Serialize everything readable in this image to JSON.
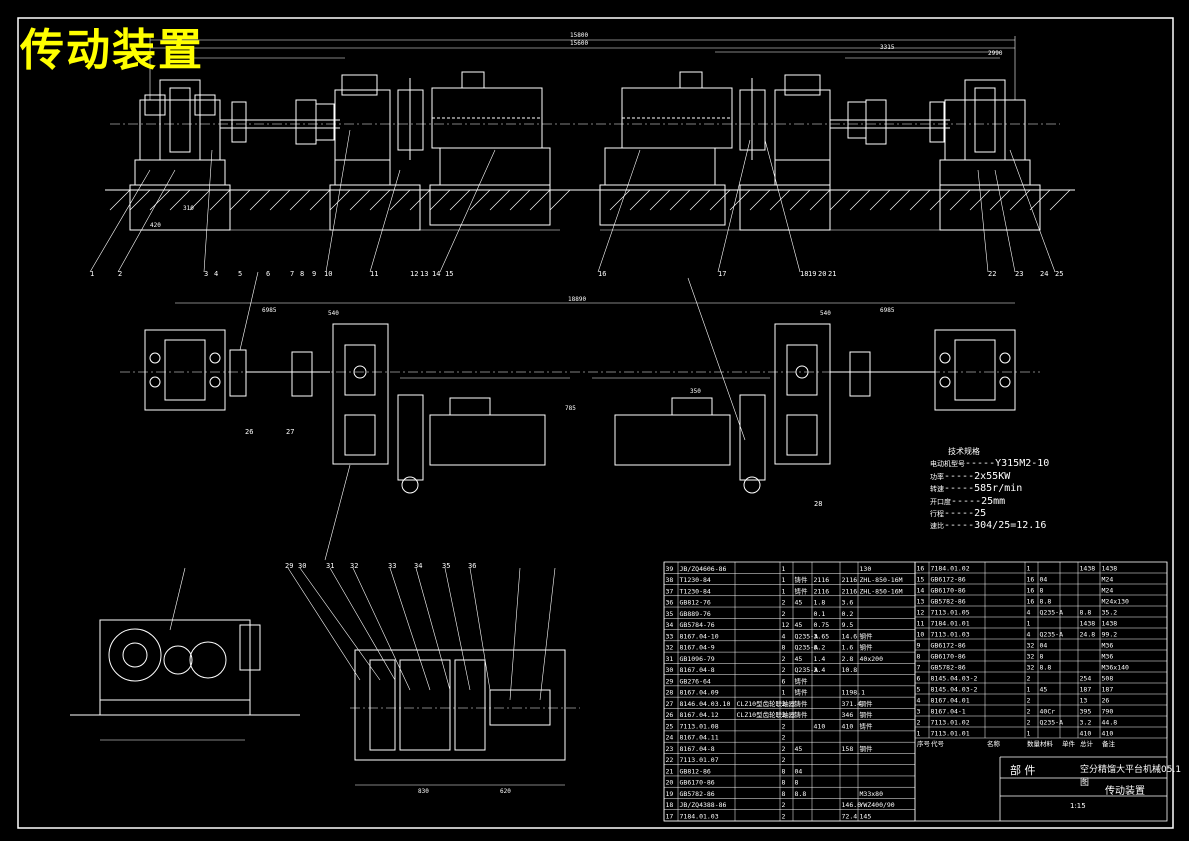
{
  "title": "传动装置",
  "dimensions": {
    "overall_1": "15800",
    "overall_2": "15600",
    "d_3315": "3315",
    "d_2990": "2990",
    "plan_overall": "18890",
    "d_6985_left": "6985",
    "d_6985_right": "6985",
    "d_540_left": "540",
    "d_540_right": "540",
    "d_785": "785",
    "d_350": "350",
    "d_830": "830",
    "d_620": "620",
    "d_420": "420",
    "d_310": "310"
  },
  "part_callouts_top": [
    "1",
    "2",
    "3",
    "4",
    "5",
    "6",
    "7",
    "8",
    "9",
    "10",
    "11",
    "12",
    "13",
    "14",
    "15",
    "16",
    "17",
    "18",
    "19",
    "20",
    "21",
    "22",
    "23",
    "24",
    "25"
  ],
  "part_callouts_plan": [
    "26",
    "27",
    "28"
  ],
  "part_callouts_detail": [
    "29",
    "30",
    "31",
    "32",
    "33",
    "34",
    "35",
    "36"
  ],
  "specs": {
    "heading": "技术规格",
    "rows": [
      {
        "label": "电动机型号",
        "value": "Y315M2-10"
      },
      {
        "label": "功率",
        "value": "2x55KW"
      },
      {
        "label": "转速",
        "value": "585r/min"
      },
      {
        "label": "开口度",
        "value": "25mm"
      },
      {
        "label": "行程",
        "value": "25"
      },
      {
        "label": "速比",
        "value": "304/25=12.16"
      }
    ]
  },
  "bom_left": [
    [
      "39",
      "JB/ZQ4606-86",
      "",
      "1",
      "",
      "",
      "",
      "130"
    ],
    [
      "38",
      "T1230-84",
      "",
      "1",
      "铸件",
      "2116",
      "2116",
      "ZHL-850-16M"
    ],
    [
      "37",
      "T1230-84",
      "",
      "1",
      "铸件",
      "2116",
      "2116",
      "ZHL-850-16M"
    ],
    [
      "36",
      "GB812-76",
      "",
      "2",
      "45",
      "1.8",
      "3.6",
      ""
    ],
    [
      "35",
      "GB889-76",
      "",
      "2",
      "",
      "0.1",
      "0.2",
      ""
    ],
    [
      "34",
      "GB5784-76",
      "",
      "12",
      "45",
      "0.75",
      "9.5",
      ""
    ],
    [
      "33",
      "8167.04-10",
      "",
      "4",
      "Q235-A",
      "3.65",
      "14.6",
      "钢件"
    ],
    [
      "32",
      "8167.04-9",
      "",
      "8",
      "Q235-A",
      "0.2",
      "1.6",
      "钢件"
    ],
    [
      "31",
      "GB1096-79",
      "",
      "2",
      "45",
      "1.4",
      "2.8",
      "40x200"
    ],
    [
      "30",
      "8167.04-8",
      "",
      "2",
      "Q235-A",
      "3.4",
      "10.8",
      ""
    ],
    [
      "29",
      "GB276-64",
      "",
      "6",
      "铸件",
      "",
      "",
      ""
    ],
    [
      "28",
      "8167.04.09",
      "",
      "1",
      "铸件",
      "",
      "1198.1",
      ""
    ],
    [
      "27",
      "8146.04.03.10",
      "CLZ10型齿轮联轴器",
      "2",
      "铸件",
      "",
      "371.4",
      "钢件"
    ],
    [
      "26",
      "8167.04.12",
      "CLZ10型齿轮联轴器",
      "2",
      "铸件",
      "",
      "346",
      "钢件"
    ],
    [
      "25",
      "7113.01.08",
      "",
      "2",
      "",
      "410",
      "410",
      "铸件"
    ],
    [
      "24",
      "8167.04.11",
      "",
      "2",
      "",
      "",
      "",
      ""
    ],
    [
      "23",
      "8167.04-8",
      "",
      "2",
      "45",
      "",
      "158",
      "钢件"
    ],
    [
      "22",
      "7113.01.07",
      "",
      "2",
      "",
      "",
      "",
      ""
    ],
    [
      "21",
      "GB812-86",
      "",
      "8",
      "04",
      "",
      "",
      ""
    ],
    [
      "20",
      "GB6170-86",
      "",
      "8",
      "8",
      "",
      "",
      ""
    ],
    [
      "19",
      "GB5782-86",
      "",
      "8",
      "8.8",
      "",
      "",
      "M33x80"
    ],
    [
      "18",
      "JB/ZQ4388-86",
      "",
      "2",
      "",
      "",
      "146.6",
      "YWZ400/90"
    ],
    [
      "17",
      "7184.01.03",
      "",
      "2",
      "",
      "",
      "72.4",
      "145"
    ]
  ],
  "bom_right": [
    [
      "16",
      "7184.01.02",
      "",
      "1",
      "",
      "",
      "1438",
      "1438"
    ],
    [
      "15",
      "GB6172-86",
      "",
      "16",
      "04",
      "",
      "",
      "M24"
    ],
    [
      "14",
      "GB6170-86",
      "",
      "16",
      "8",
      "",
      "",
      "M24"
    ],
    [
      "13",
      "GB5782-86",
      "",
      "16",
      "8.8",
      "",
      "",
      "M24x130"
    ],
    [
      "12",
      "7113.01.05",
      "",
      "4",
      "Q235-A",
      "",
      "8.8",
      "35.2"
    ],
    [
      "11",
      "7184.01.01",
      "",
      "1",
      "",
      "",
      "1438",
      "1438"
    ],
    [
      "10",
      "7113.01.03",
      "",
      "4",
      "Q235-A",
      "",
      "24.8",
      "99.2"
    ],
    [
      "9",
      "GB6172-86",
      "",
      "32",
      "04",
      "",
      "",
      "M36"
    ],
    [
      "8",
      "GB6170-86",
      "",
      "32",
      "8",
      "",
      "",
      "M36"
    ],
    [
      "7",
      "GB5782-86",
      "",
      "32",
      "8.8",
      "",
      "",
      "M36x140"
    ],
    [
      "6",
      "8145.04.03-2",
      "",
      "2",
      "",
      "",
      "254",
      "508"
    ],
    [
      "5",
      "8145.04.03-2",
      "",
      "1",
      "45",
      "",
      "187",
      "187"
    ],
    [
      "4",
      "8167.04.01",
      "",
      "2",
      "",
      "",
      "13",
      "26"
    ],
    [
      "3",
      "8167.04-1",
      "",
      "2",
      "40Cr",
      "",
      "395",
      "790"
    ],
    [
      "2",
      "7113.01.02",
      "",
      "2",
      "Q235-A",
      "",
      "3.2",
      "44.8"
    ],
    [
      "1",
      "7113.01.01",
      "",
      "1",
      "",
      "",
      "410",
      "410"
    ]
  ],
  "bom_header": [
    "序号",
    "代号",
    "名称",
    "数量",
    "材料",
    "单件",
    "总计",
    "备注"
  ],
  "title_block": {
    "assembly": "部 件",
    "drawing_no": "空分精馏大平台机械05.1图",
    "name": "传动装置",
    "scale": "1:15"
  }
}
